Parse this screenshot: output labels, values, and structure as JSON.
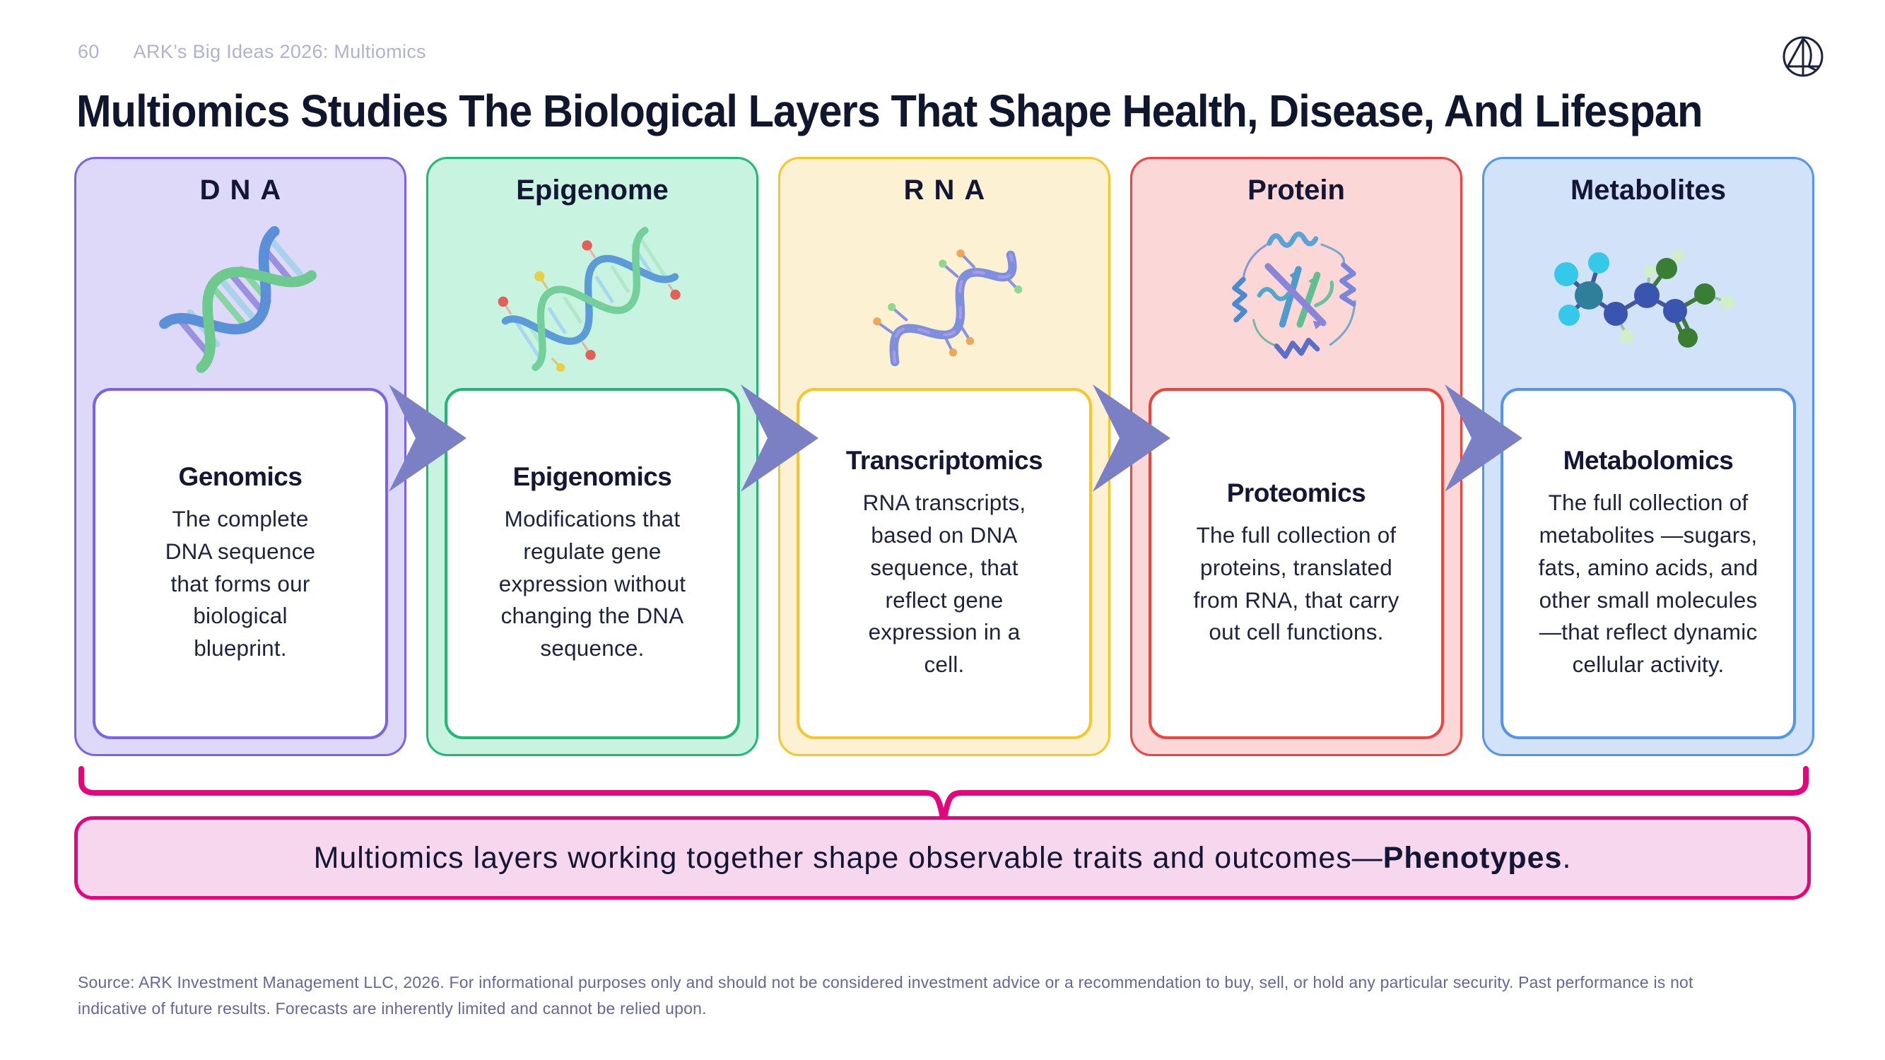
{
  "page": {
    "page_number": "60",
    "header_title": "ARK’s Big Ideas 2026: Multiomics",
    "title": "Multiomics Studies The Biological Layers That Shape Health, Disease, And Lifespan"
  },
  "cards": [
    {
      "layer": "DNA",
      "omics": "Genomics",
      "description": "The complete DNA sequence that forms our biological blueprint.",
      "icon": "dna-helix-icon",
      "bg": "#ded9f8",
      "border": "#7a62ec"
    },
    {
      "layer": "Epigenome",
      "omics": "Epigenomics",
      "description": "Modifications that regulate gene expression without changing the DNA sequence.",
      "icon": "epigenome-helix-icon",
      "bg": "#c9f3e1",
      "border": "#22b873"
    },
    {
      "layer": "RNA",
      "omics": "Transcriptomics",
      "description": "RNA transcripts, based on DNA sequence, that reflect gene expression in a cell.",
      "icon": "rna-strand-icon",
      "bg": "#fcf2d3",
      "border": "#f6c62b"
    },
    {
      "layer": "Protein",
      "omics": "Proteomics",
      "description": "The full collection of proteins, translated from RNA, that carry out cell functions.",
      "icon": "protein-ribbon-icon",
      "bg": "#fbd8d7",
      "border": "#f2423c"
    },
    {
      "layer": "Metabolites",
      "omics": "Metabolomics",
      "description": "The full collection of metabolites —sugars, fats, amino acids, and other small molecules—that reflect dynamic cellular activity.",
      "icon": "molecule-icon",
      "bg": "#d2e2f8",
      "border": "#5195ef"
    }
  ],
  "banner": {
    "text_regular": "Multiomics layers working together shape observable traits and outcomes—",
    "text_bold": "Phenotypes",
    "text_end": ".",
    "bg": "#f6d7ee",
    "border": "#e5067e"
  },
  "source_lines": [
    "Source: ARK Investment Management LLC, 2026. For informational purposes only and should not be considered investment advice or a recommendation to buy, sell, or hold any particular security. Past performance is not",
    "indicative of future results. Forecasts are inherently limited and cannot be relied upon."
  ],
  "colors": {
    "title_text": "#10162e",
    "body_text": "#1d2240",
    "header_text": "#afb2d3",
    "source_text": "#63679c",
    "arrow": "#7b80c5",
    "brace_and_banner_border": "#e5067e",
    "banner_bg": "#f6d7ee"
  }
}
